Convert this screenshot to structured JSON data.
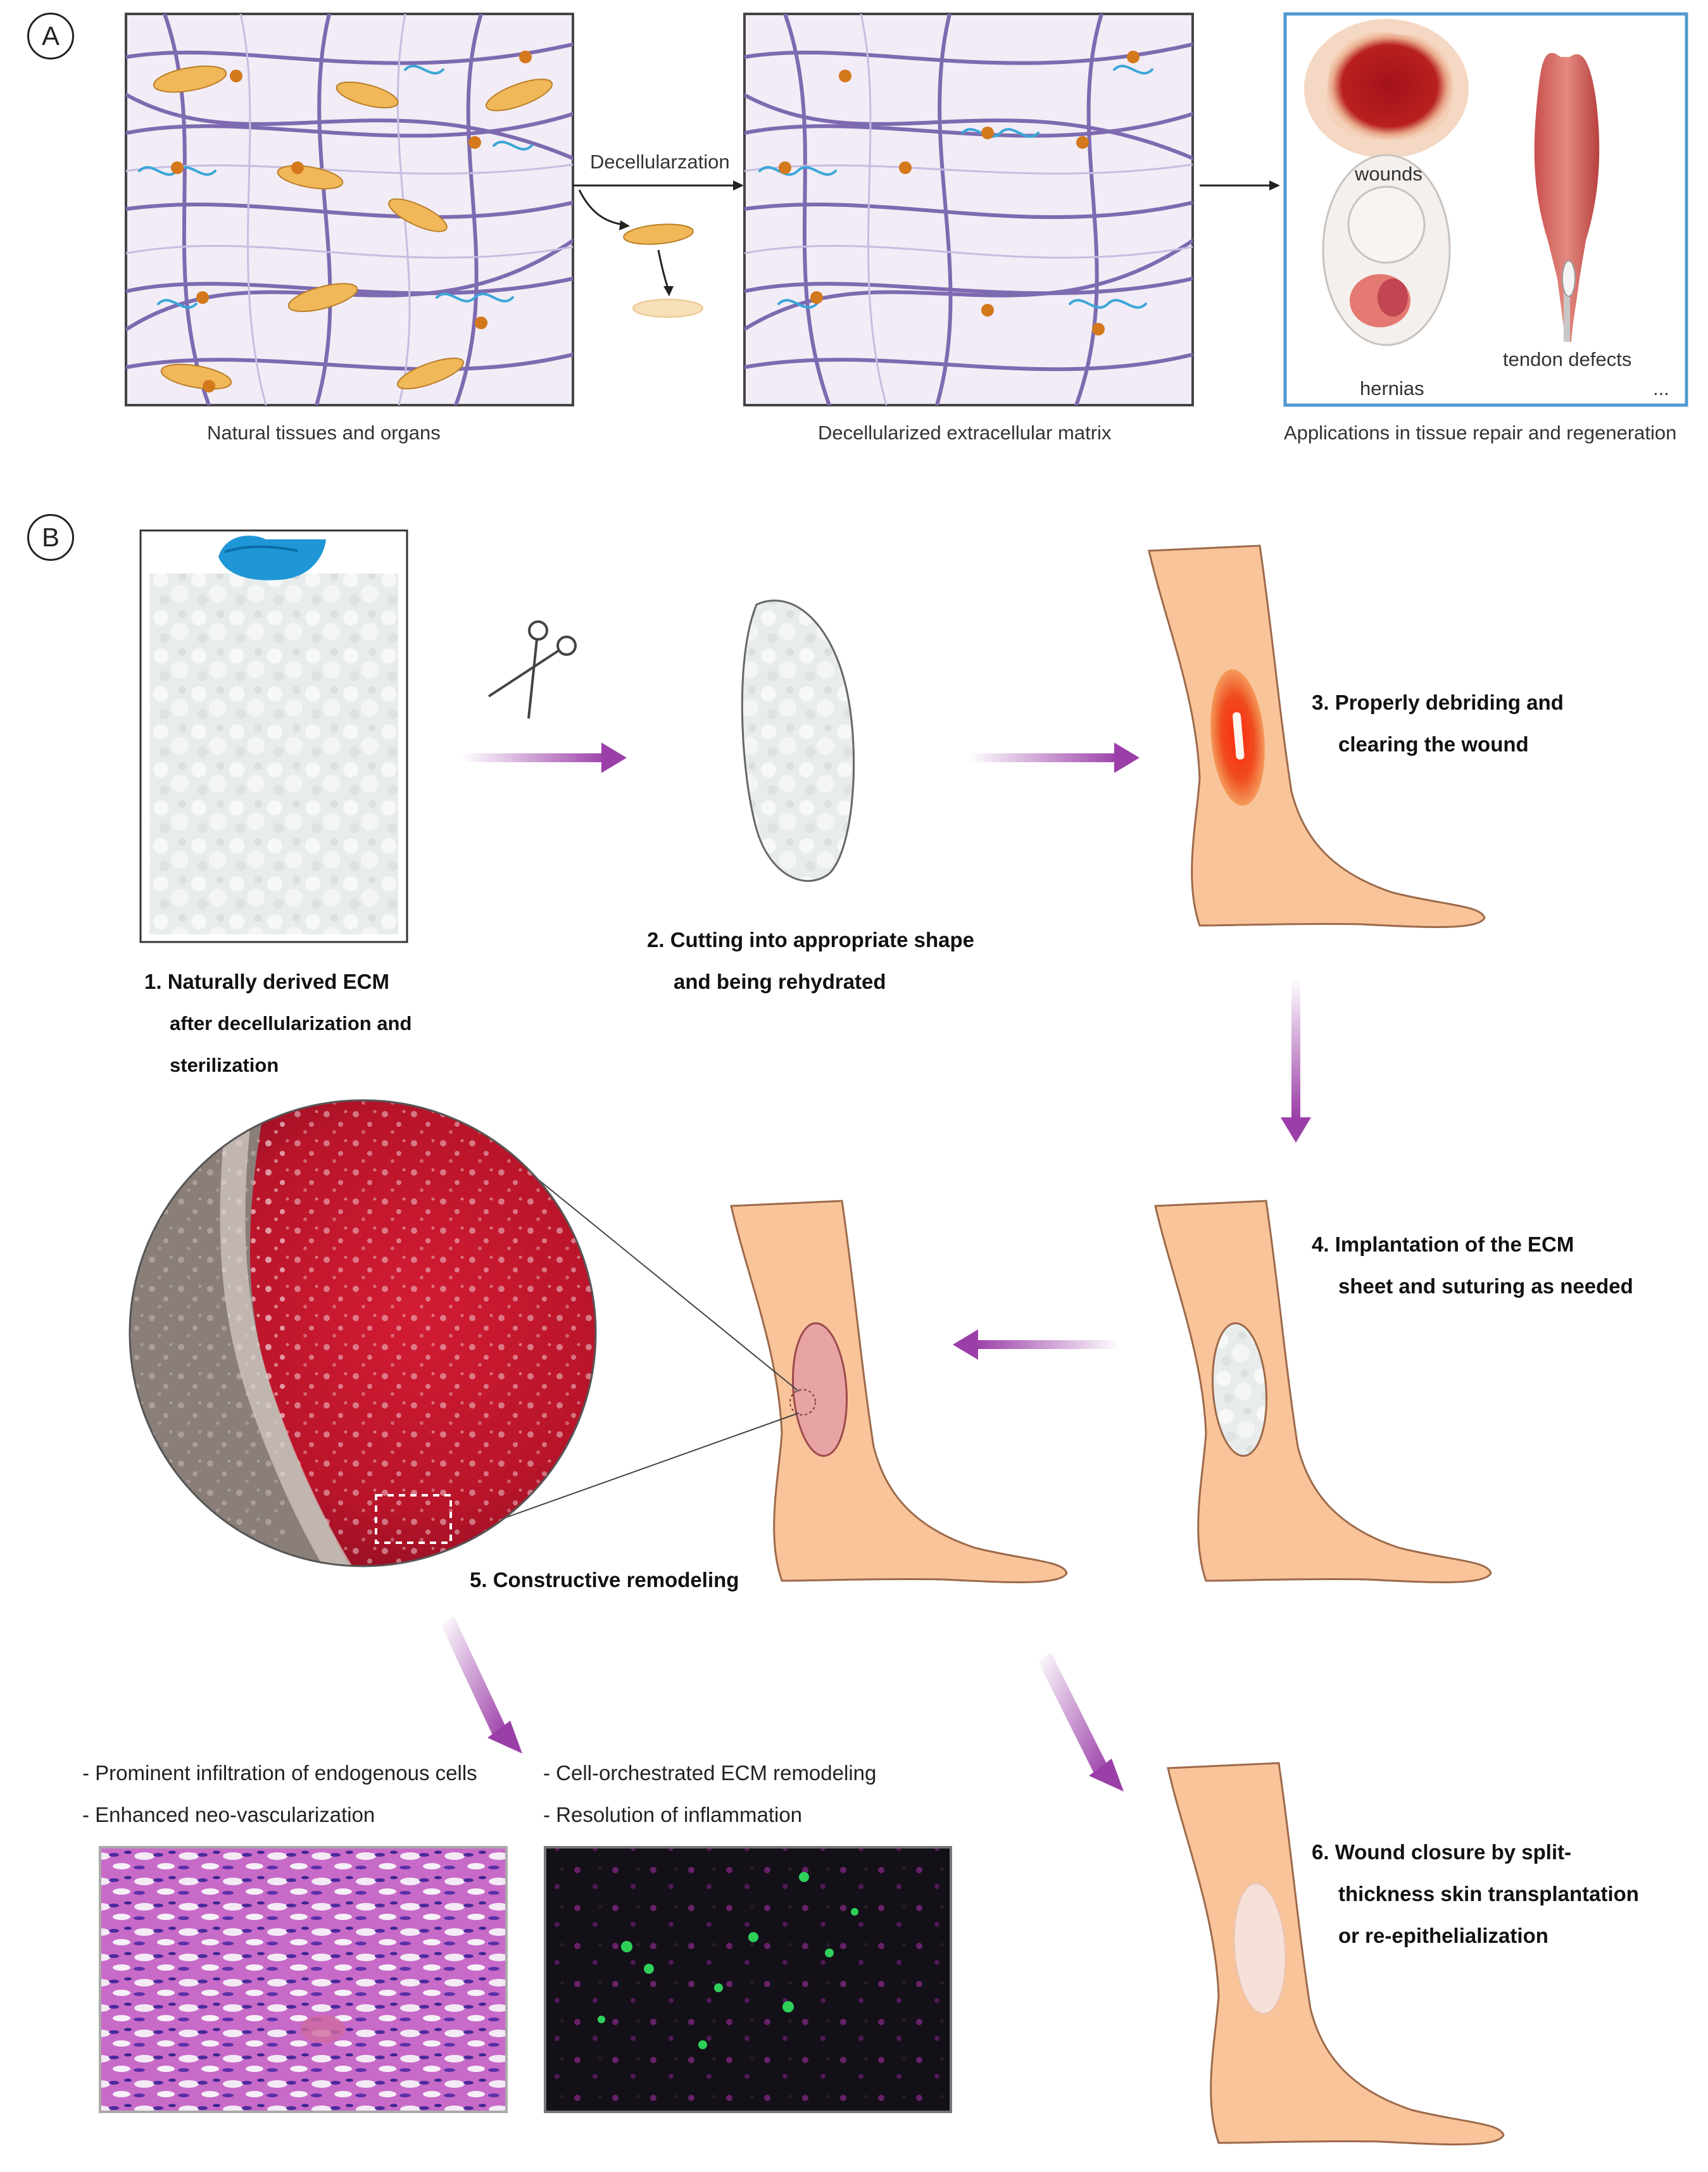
{
  "panel_a": {
    "letter": "A",
    "arrow_label": "Decellularzation",
    "captions": {
      "natural": "Natural tissues and organs",
      "decellularized": "Decellularized extracellular matrix",
      "applications": "Applications in tissue repair and regeneration"
    },
    "applications": {
      "wounds": "wounds",
      "hernias": "hernias",
      "tendon": "tendon defects",
      "more": "..."
    }
  },
  "panel_b": {
    "letter": "B",
    "steps": {
      "s1": [
        "1. Naturally derived ECM",
        "after decellularization and",
        "sterilization"
      ],
      "s2": [
        "2. Cutting into appropriate shape",
        "and being rehydrated"
      ],
      "s3": [
        "3. Properly debriding and",
        "clearing the wound"
      ],
      "s4": [
        "4. Implantation of the ECM",
        "sheet and suturing as needed"
      ],
      "s5": [
        "5. Constructive remodeling"
      ],
      "s6": [
        "6. Wound closure by split-",
        "thickness skin transplantation",
        "or re-epithelialization"
      ]
    },
    "bullets": {
      "left": [
        "- Prominent infiltration of endogenous cells",
        "- Enhanced neo-vascularization"
      ],
      "right": [
        "- Cell-orchestrated ECM remodeling",
        "- Resolution of inflammation"
      ]
    }
  },
  "colors": {
    "arrow_purple": "#9b3fa8",
    "skin": "#f9c49a",
    "skin_outline": "#9c6a4a",
    "panel_border_blue": "#4f98d0",
    "fiber_purple": "#7d6ab0",
    "cell_orange": "#f1b85a",
    "wound_red": "#e8421c",
    "stain_red": "#c4142c"
  }
}
